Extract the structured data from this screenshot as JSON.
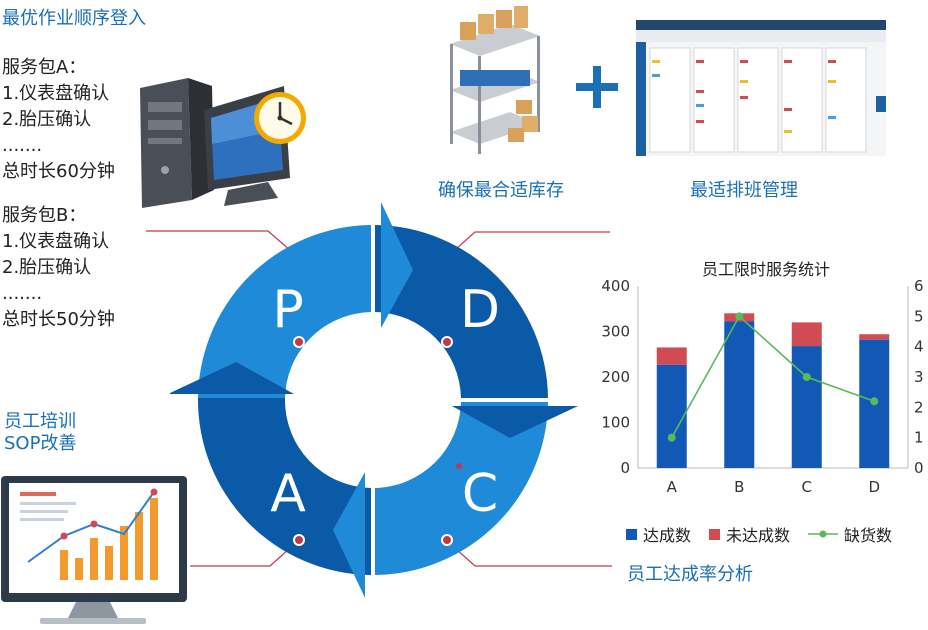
{
  "top_title": "最优作业顺序登入",
  "package_a": [
    "服务包A：",
    "1.仪表盘确认",
    "2.胎压确认",
    ".......",
    "总时长60分钟"
  ],
  "package_b": [
    "服务包B：",
    "1.仪表盘确认",
    "2.胎压确认",
    ".......",
    "总时长50分钟"
  ],
  "training": [
    "员工培训",
    "SOP改善"
  ],
  "inventory_caption": "确保最合适库存",
  "schedule_caption": "最适排班管理",
  "rate_caption": "员工达成率分析",
  "phases": {
    "p": "P",
    "d": "D",
    "c": "C",
    "a": "A"
  },
  "colors": {
    "dark_blue": "#0a5aa8",
    "light_blue": "#1f8ad8",
    "red": "#d14b52",
    "green": "#5bb85b",
    "title_blue": "#1a6fb5"
  },
  "chart_data": {
    "type": "bar",
    "title": "员工限时服务统计",
    "categories": [
      "A",
      "B",
      "C",
      "D"
    ],
    "series": [
      {
        "name": "达成数",
        "values": [
          227,
          322,
          268,
          282
        ],
        "color": "#1159b5"
      },
      {
        "name": "未达成数",
        "values": [
          38,
          18,
          52,
          12
        ],
        "color": "#d14b52"
      }
    ],
    "line_series": {
      "name": "缺货数",
      "values": [
        1,
        5,
        3,
        2.2
      ],
      "color": "#5bb85b",
      "axis": "right"
    },
    "stacked": true,
    "ylim": [
      0,
      400
    ],
    "y_ticks": [
      "0",
      "100",
      "200",
      "300",
      "400"
    ],
    "y2lim": [
      0,
      6
    ],
    "y2_ticks": [
      "0",
      "1",
      "2",
      "3",
      "4",
      "5",
      "6"
    ],
    "legend_position": "bottom"
  }
}
